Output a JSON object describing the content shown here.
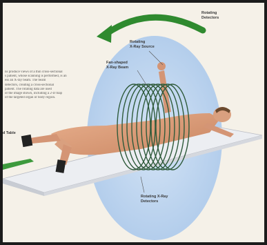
{
  "labels": {
    "rotating_detectors_top": [
      "Rotating",
      "Detectors"
    ],
    "rotating_xray_source": [
      "Rotating",
      "X-Ray Source"
    ],
    "fan_shaped_xray_beam": [
      "Fan-shaped",
      "X-Ray Beam"
    ],
    "rotating_xray_detectors_bottom": [
      "Rotating X-Ray",
      "Detectors"
    ],
    "table": "d Table"
  },
  "paragraph": [
    "ns produce views of a thin cross-sectional",
    "s patient, whose scanning is performed, is an",
    "ess an X-ray beam. The beam",
    "detectors, creating a cross-sectional",
    "patient. The rotating data are used",
    "or the image shown, including a 2-D map",
    "of the targeted organ or body region."
  ],
  "colors": {
    "background": "#f5f1e8",
    "disc": "#b9d3ef",
    "arrow": "#2f8a2f",
    "coils": "#2e5a3a",
    "table": "#e6e8ec",
    "skin": "#d99a7a"
  },
  "icons": [
    "rotation-arrow-icon"
  ]
}
